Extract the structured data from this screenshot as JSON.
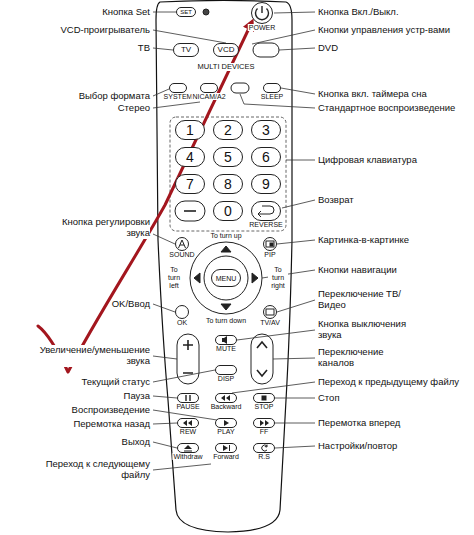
{
  "diagram": {
    "nodes": [
      {
        "text": [
          "SET"
        ]
      },
      {
        "text": [
          "POWER"
        ]
      },
      {
        "text": [
          "TV"
        ]
      },
      {
        "text": [
          "VCD"
        ]
      },
      {
        "text": [
          "SYSTEM"
        ]
      },
      {
        "text": [
          "NICAM/A2"
        ]
      },
      {
        "text": [
          "SLEEP"
        ]
      },
      {
        "text": [
          "1"
        ]
      },
      {
        "text": [
          "2"
        ]
      },
      {
        "text": [
          "3"
        ]
      },
      {
        "text": [
          "4"
        ]
      },
      {
        "text": [
          "5"
        ]
      },
      {
        "text": [
          "6"
        ]
      },
      {
        "text": [
          "7"
        ]
      },
      {
        "text": [
          "8"
        ]
      },
      {
        "text": [
          "9"
        ]
      },
      {
        "text": [
          "0"
        ]
      },
      {
        "text": [
          "REVERSE"
        ]
      },
      {
        "text": [
          "SOUND"
        ]
      },
      {
        "text": [
          "PIP"
        ]
      },
      {
        "text": [
          "MENU"
        ]
      },
      {
        "text": [
          "OK"
        ]
      },
      {
        "text": [
          "TV/AV"
        ]
      },
      {
        "text": [
          "MUTE"
        ]
      },
      {
        "text": [
          "DISP"
        ]
      },
      {
        "text": [
          "PAUSE"
        ]
      },
      {
        "text": [
          "Backward"
        ]
      },
      {
        "text": [
          "STOP"
        ]
      },
      {
        "text": [
          "REW"
        ]
      },
      {
        "text": [
          "PLAY"
        ]
      },
      {
        "text": [
          "FF"
        ]
      },
      {
        "text": [
          "Withdraw"
        ]
      },
      {
        "text": [
          "Forward"
        ]
      },
      {
        "text": [
          "R.S"
        ]
      }
    ],
    "labels": [
      "Кнопка Set",
      "VCD-проигрыватель",
      "ТВ",
      "Выбор формата",
      "Стерео",
      "Кнопка регулировки звука",
      "OK/Ввод",
      "Увеличение/уменьшение звука",
      "Текущий статус",
      "Пауза",
      "Воспроизведение",
      "Перемотка назад",
      "Выход",
      "Переход к следующему файлу",
      "Кнопка Вкл./Выкл.",
      "Кнопки управления устр-вами",
      "DVD",
      "Кнопка вкл. таймера сна",
      "Стандартное воспроизведение",
      "Цифровая клавиатура",
      "Возврат",
      "Картинка-в-картинке",
      "Кнопки навигации",
      "Переключение ТВ/Видео",
      "Кнопка выключения звука",
      "Переключение каналов",
      "Переход к предыдущему файлу",
      "Стоп",
      "Перемотка вперед",
      "Настройки/повтор",
      "MULTI DEVICES",
      "To turn up",
      "To turn left",
      "To turn right",
      "To turn down"
    ]
  }
}
